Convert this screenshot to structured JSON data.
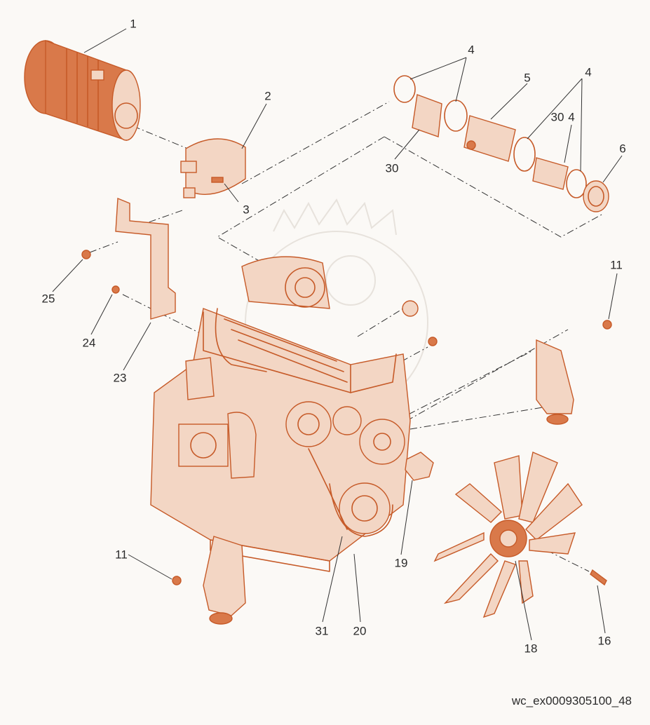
{
  "diagram": {
    "callouts": [
      "1",
      "2",
      "3",
      "4",
      "4",
      "5",
      "30",
      "4",
      "30",
      "6",
      "25",
      "24",
      "23",
      "11",
      "11",
      "19",
      "31",
      "20",
      "18",
      "16"
    ],
    "document_code": "wc_ex0009305100_48"
  },
  "colors": {
    "part_stroke": "#c65a28",
    "part_fill": "#d9794a",
    "leader": "#333333",
    "text": "#2b2b2b",
    "background": "#fbf9f6"
  }
}
